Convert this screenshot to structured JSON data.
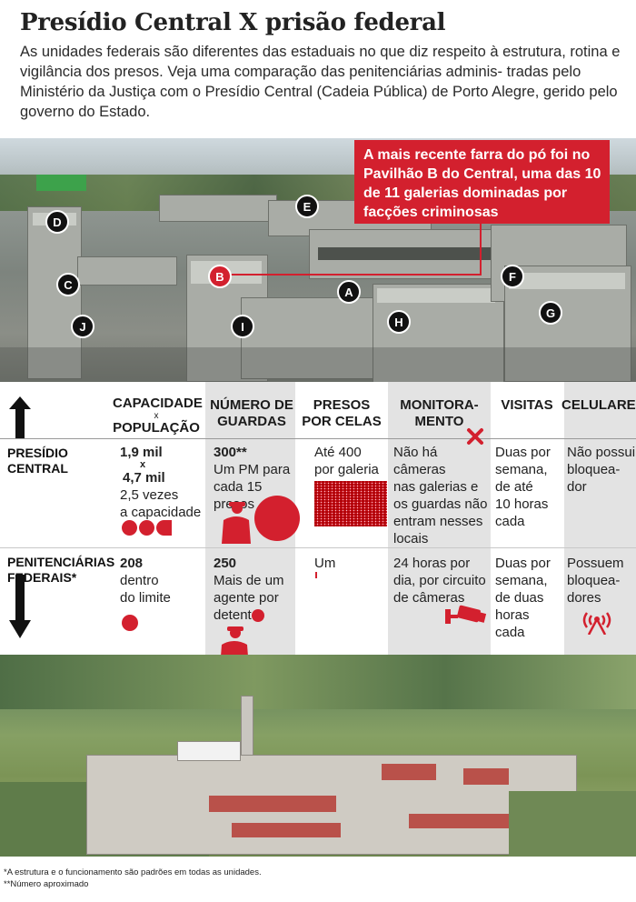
{
  "title": "Presídio Central X prisão federal",
  "intro": "As unidades federais são diferentes das estaduais no que diz respeito à estrutura, rotina e vigilância dos presos. Veja uma comparação das penitenciárias adminis- tradas pelo Ministério da Justiça com o Presídio Central (Cadeia Pública) de Porto Alegre, gerido pelo governo do Estado.",
  "callout": "A mais recente farra do pó foi no Pavilhão B do Central, uma das 10 de 11 galerias dominadas por facções criminosas",
  "pavilions": [
    "A",
    "B",
    "C",
    "D",
    "E",
    "F",
    "G",
    "H",
    "I",
    "J"
  ],
  "colors": {
    "accent": "#d3202e",
    "shade": "#e3e3e3",
    "text": "#1a1a1a"
  },
  "headers": {
    "capacidade_1": "CAPACIDADE",
    "capacidade_x": "x",
    "capacidade_2": "POPULAÇÃO",
    "guardas_1": "NÚMERO DE",
    "guardas_2": "GUARDAS",
    "presos_1": "PRESOS",
    "presos_2": "POR CELAS",
    "monitoramento_1": "MONITORA-",
    "monitoramento_2": "MENTO",
    "visitas": "VISITAS",
    "celulares": "CELULARES"
  },
  "rows": {
    "central": {
      "label_1": "PRESÍDIO",
      "label_2": "CENTRAL",
      "cap_value_1": "1,9 mil",
      "cap_x": "x",
      "cap_value_2": "4,7 mil",
      "cap_note_1": "2,5 vezes",
      "cap_note_2": "a capacidade",
      "guards_value": "300**",
      "guards_note_1": "Um PM para",
      "guards_note_2": "cada 15 presos",
      "cells_1": "Até 400",
      "cells_2": "por galeria",
      "monitor_1": "Não há câmeras",
      "monitor_2": "nas galerias e",
      "monitor_3": "os guardas não",
      "monitor_4": "entram nesses",
      "monitor_5": "locais",
      "visits_1": "Duas por",
      "visits_2": "semana,",
      "visits_3": "de até",
      "visits_4": "10 horas",
      "visits_5": "cada",
      "phones_1": "Não possui",
      "phones_2": "bloquea-",
      "phones_3": "dor"
    },
    "federal": {
      "label_1": "PENITENCIÁRIAS",
      "label_2": "FEDERAIS*",
      "cap_value": "208",
      "cap_note_1": "dentro",
      "cap_note_2": "do limite",
      "guards_value": "250",
      "guards_note_1": "Mais de um",
      "guards_note_2": "agente por",
      "guards_note_3": "detento",
      "cells": "Um",
      "monitor_1": "24 horas por",
      "monitor_2": "dia, por circuito",
      "monitor_3": "de câmeras",
      "visits_1": "Duas por",
      "visits_2": "semana,",
      "visits_3": "de duas",
      "visits_4": "horas cada",
      "phones_1": "Possuem",
      "phones_2": "bloquea-",
      "phones_3": "dores"
    }
  },
  "footnotes": {
    "note_1": "*A estrutura e o funcionamento são padrões em todas as unidades.",
    "note_2": "**Número aproximado"
  }
}
